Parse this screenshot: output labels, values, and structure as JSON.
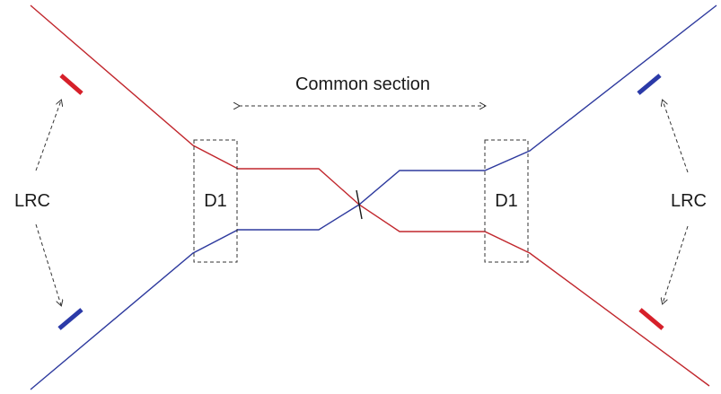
{
  "labels": {
    "common_section": "Common section",
    "lrc_left": "LRC",
    "lrc_right": "LRC",
    "d1_left": "D1",
    "d1_right": "D1"
  },
  "colors": {
    "red_beam": "#c1272d",
    "blue_beam": "#2e3a9e",
    "marker_red": "#d6202a",
    "marker_blue": "#2b3aa8",
    "dashed": "#333333",
    "text": "#1a1a1a",
    "crossing_mark": "#1a1a1a"
  }
}
